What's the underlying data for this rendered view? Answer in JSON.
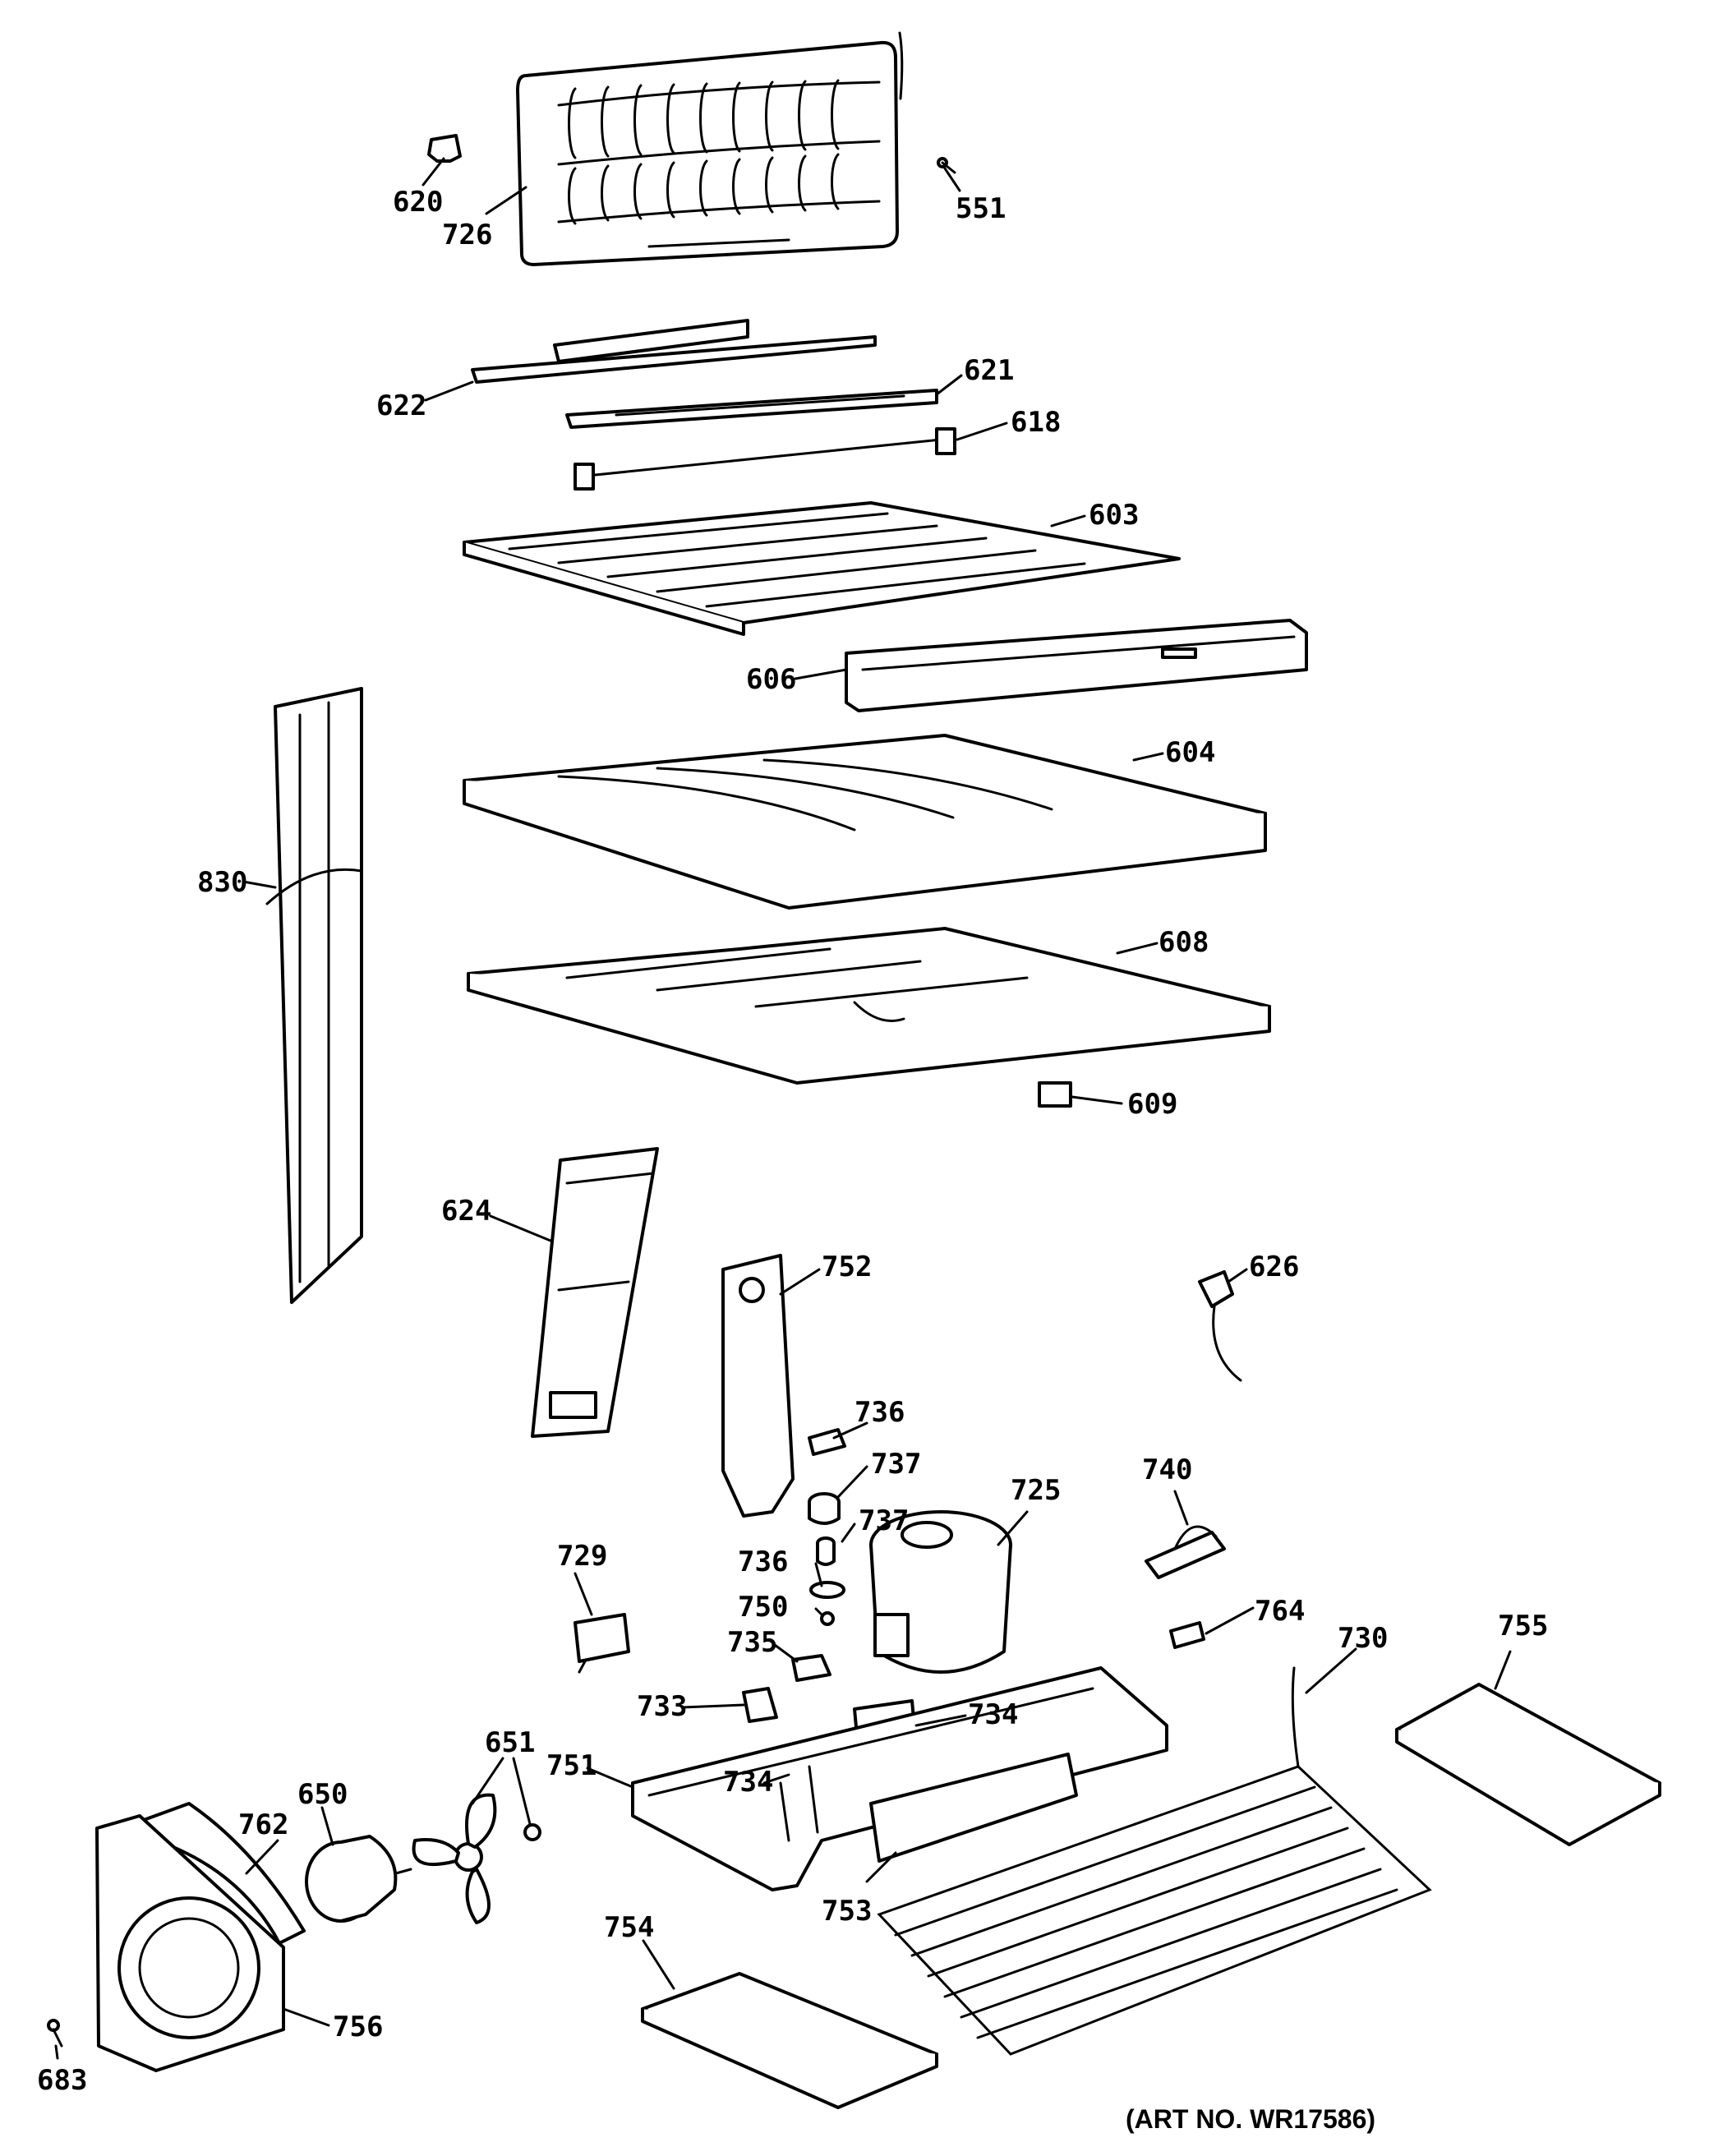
{
  "callouts": {
    "c620": "620",
    "c726": "726",
    "c551": "551",
    "c622": "622",
    "c621": "621",
    "c618": "618",
    "c603": "603",
    "c606": "606",
    "c604": "604",
    "c830": "830",
    "c608": "608",
    "c609": "609",
    "c624": "624",
    "c752": "752",
    "c626": "626",
    "c736a": "736",
    "c737a": "737",
    "c725": "725",
    "c740": "740",
    "c729": "729",
    "c737b": "737",
    "c736b": "736",
    "c750": "750",
    "c764": "764",
    "c735": "735",
    "c730": "730",
    "c755": "755",
    "c733": "733",
    "c734a": "734",
    "c751": "751",
    "c734b": "734",
    "c651": "651",
    "c762": "762",
    "c650": "650",
    "c754": "754",
    "c753": "753",
    "c756": "756",
    "c683": "683"
  },
  "art_number": "(ART NO. WR17586)"
}
